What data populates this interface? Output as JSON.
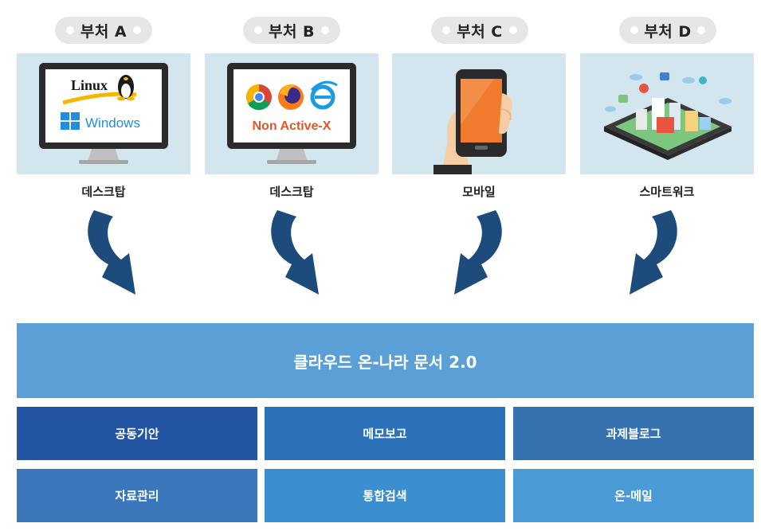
{
  "departments": [
    {
      "name": "부처 A",
      "device": "데스크탑",
      "screen": {
        "os1": "Linux",
        "os2": "Windows"
      }
    },
    {
      "name": "부처 B",
      "device": "데스크탑",
      "screen": {
        "label": "Non Active-X"
      }
    },
    {
      "name": "부처 C",
      "device": "모바일"
    },
    {
      "name": "부처 D",
      "device": "스마트워크"
    }
  ],
  "platform": {
    "title": "클라우드 온-나라 문서 2.0"
  },
  "modules": [
    {
      "label": "공동기안",
      "color": "#2455a3"
    },
    {
      "label": "메모보고",
      "color": "#2c72b8"
    },
    {
      "label": "과제블로그",
      "color": "#3672b0"
    },
    {
      "label": "자료관리",
      "color": "#3b78bb"
    },
    {
      "label": "통합검색",
      "color": "#3b8fd0"
    },
    {
      "label": "온-메일",
      "color": "#4a9ad6"
    }
  ],
  "colors": {
    "arrow": "#1d4b7c",
    "tile_bg": "#d3e6f0",
    "platform_bar": "#5a9fd6",
    "badge": "#e6e6e6"
  }
}
